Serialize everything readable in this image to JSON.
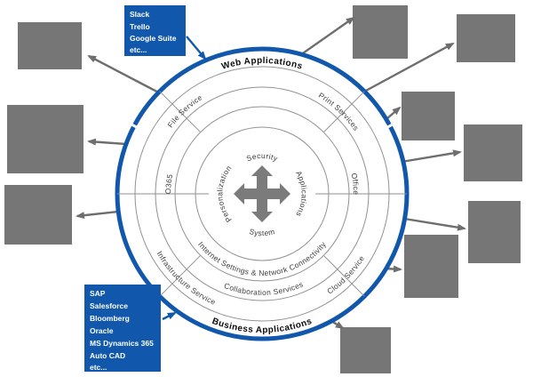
{
  "wheel": {
    "outer_ring": {
      "top_label": "Web Applications",
      "bottom_label": "Business Applications"
    },
    "services_ring": {
      "upper_left": "File Service",
      "upper_right": "Print Services",
      "lower_left": "Infrastructure Service",
      "lower_right": "Cloud Service"
    },
    "apps_ring": {
      "left": "O365",
      "right": "Office",
      "bottom": "Collaboration Services"
    },
    "network_ring": {
      "label": "Internet Settings & Network Connectivity"
    },
    "core_ring": {
      "top": "Security",
      "left": "Personalization",
      "right": "Applications",
      "bottom": "System"
    },
    "center_icon": "four-way-move-arrow"
  },
  "callouts": {
    "web_apps": {
      "lines": [
        "Slack",
        "Trello",
        "Google Suite",
        "etc..."
      ]
    },
    "business_apps": {
      "lines": [
        "SAP",
        "Salesforce",
        "Bloomberg",
        "Oracle",
        "MS Dynamics 365",
        "Auto CAD",
        "etc..."
      ]
    }
  },
  "colors": {
    "accent_blue": "#1158ac",
    "ring_gray": "#929292",
    "placeholder_gray": "#767676",
    "arrow_gray": "#6e6e6e"
  }
}
